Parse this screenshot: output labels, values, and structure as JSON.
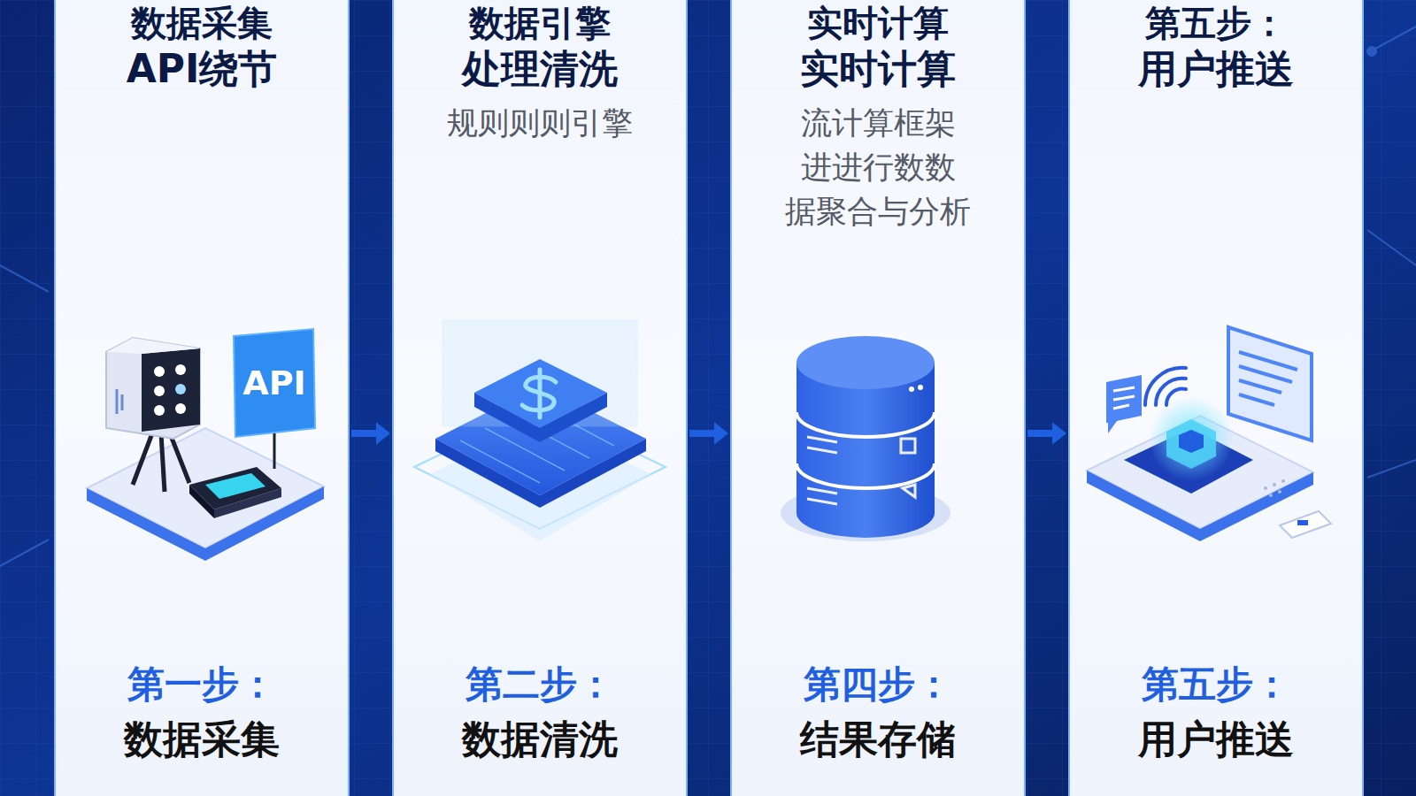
{
  "diagram": {
    "nodes": [
      {
        "text": [
          "数据采集",
          "API绕节",
          "第一步：",
          "数据采集"
        ]
      },
      {
        "text": [
          "数据引擎",
          "处理清洗",
          "规则则则引擎",
          "第二步：",
          "数据清洗"
        ]
      },
      {
        "text": [
          "实时计算",
          "实时计算",
          "流计算框架 进进行数数 据聚合与分析",
          "第四步：",
          "结果存储"
        ]
      },
      {
        "text": [
          "第五步：",
          "用户推送",
          "第五步：",
          "用户推送"
        ]
      }
    ],
    "edges": [
      {
        "from": 0,
        "to": 1,
        "arrow": "to"
      },
      {
        "from": 1,
        "to": 2,
        "arrow": "to"
      },
      {
        "from": 2,
        "to": 3,
        "arrow": "to"
      }
    ],
    "labels": [
      "API"
    ]
  }
}
